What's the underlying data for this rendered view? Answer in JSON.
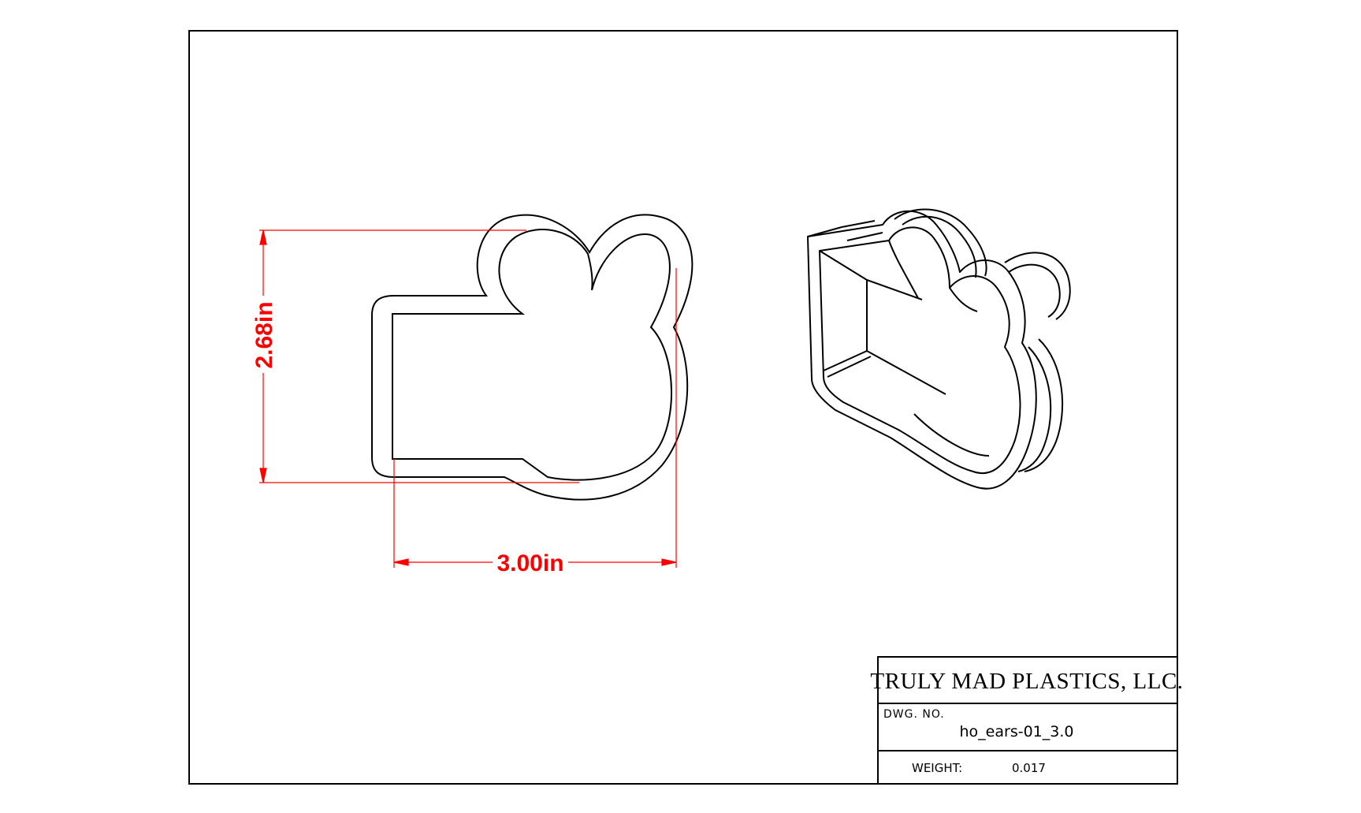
{
  "dimensions": {
    "height_label": "2.68in",
    "width_label": "3.00in"
  },
  "title_block": {
    "company": "TRULY MAD PLASTICS, LLC.",
    "dwg_no_label": "DWG. NO.",
    "dwg_no_value": "ho_ears-01_3.0",
    "weight_label": "WEIGHT:",
    "weight_value": "0.017"
  },
  "colors": {
    "line": "#000000",
    "dimension": "#ff0000",
    "background": "#ffffff"
  }
}
